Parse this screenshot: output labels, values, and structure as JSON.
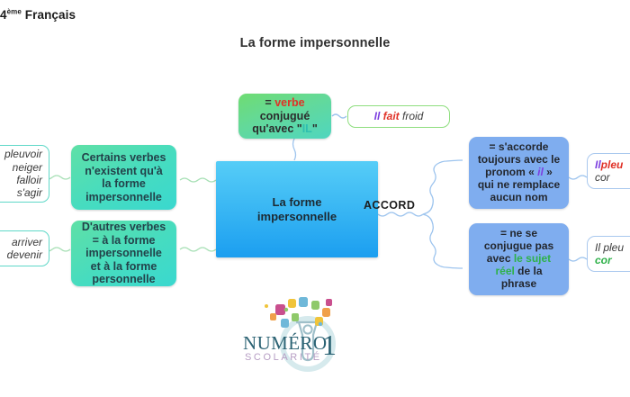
{
  "header": {
    "grade_number": "4",
    "grade_sup": "ème",
    "subject": "Français"
  },
  "mindmap": {
    "title": "La forme impersonnelle",
    "center": {
      "label": "La forme\nimpersonnelle"
    },
    "accord_label": "ACCORD",
    "top_branch": {
      "node_line1_prefix": "= ",
      "node_line1_word": "verbe",
      "node_line2": "conjugué",
      "node_line3_prefix": "qu'avec \"",
      "node_line3_word": "IL",
      "node_line3_suffix": "\"",
      "example": {
        "word1": "Il",
        "word2": "fait",
        "word3": "froid"
      }
    },
    "left_branches": [
      {
        "node": "Certains verbes\nn'existent qu'à\nla forme\nimpersonnelle",
        "leaf": "pleuvoir\nneiger\nfalloir\ns'agir"
      },
      {
        "node": "D'autres verbes\n= à la forme\nimpersonnelle\net à la forme\npersonnelle",
        "leaf": "arriver\ndevenir"
      }
    ],
    "right_branches": [
      {
        "node_parts": {
          "line1": "= s'accorde",
          "line2": "toujours avec le",
          "line3_prefix": "pronom « ",
          "line3_word": "il",
          "line3_suffix": " »",
          "line4": "qui ne remplace",
          "line5": "aucun nom"
        },
        "leaf": {
          "word1": "Il",
          "word2": "pleu",
          "word3": "cor"
        }
      },
      {
        "node_parts": {
          "line1": "= ne se",
          "line2": "conjugue pas",
          "line3_prefix": "avec ",
          "line3_word": "le sujet",
          "line4_word": "réel",
          "line4_suffix": " de la",
          "line5": "phrase"
        },
        "leaf": {
          "word1": "Il pleu",
          "word2": "cor"
        }
      }
    ]
  },
  "logo": {
    "brand_main": "NUMÉRO",
    "brand_digit": "1",
    "brand_sub": "SCOLARITÉ"
  },
  "colors": {
    "green_node": "#63d99a",
    "teal_node": "#46dcc0",
    "center_blue": "#36b4f3",
    "right_blue": "#7fadef",
    "accent_red": "#e03127",
    "accent_purple": "#7d3fe0",
    "accent_green": "#2fb14a",
    "accent_teal": "#2fbfb0",
    "wire_green": "#a8e0b6",
    "wire_blue": "#9dc4ee"
  }
}
